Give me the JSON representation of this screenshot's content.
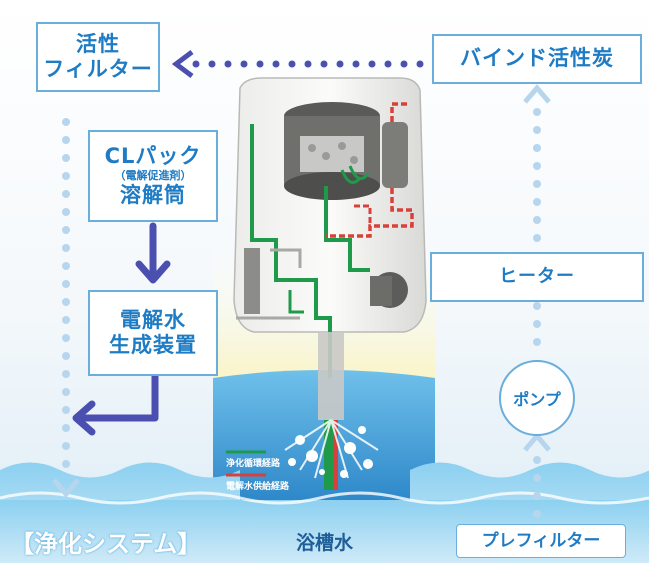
{
  "boxes": {
    "activated_filter": {
      "line1": "活性",
      "line2": "フィルター"
    },
    "bind_carbon": {
      "label": "バインド活性炭"
    },
    "cl_pack": {
      "line1": "CLパック",
      "line2": "（電解促進剤）",
      "line3": "溶解筒"
    },
    "electrolyzer": {
      "line1": "電解水",
      "line2": "生成装置"
    },
    "heater": {
      "label": "ヒーター"
    },
    "pump": {
      "label": "ポンプ"
    },
    "prefilter": {
      "label": "プレフィルター"
    }
  },
  "legend": {
    "purification_route": "浄化循環経路",
    "electrolyzed_supply_route": "電解水供給経路"
  },
  "footer": {
    "system_title": "【浄化システム】",
    "bath_water": "浴槽水"
  },
  "colors": {
    "accent_blue": "#1f7cc4",
    "box_border": "#6aaedc",
    "flow_arrow": "#4a4fb0",
    "purification_route": "#1f9a4a",
    "electrolyzed_supply_route": "#d9403a",
    "water": "#3f9ed8"
  }
}
